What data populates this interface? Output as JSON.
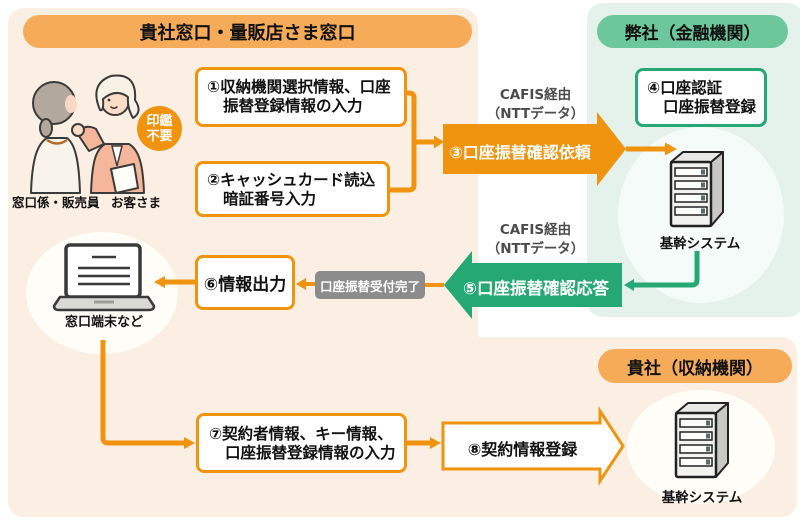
{
  "headers": {
    "counter": "貴社窓口・量販店さま窓口",
    "bank": "弊社（金融機関）",
    "agency": "貴社（収納機関）"
  },
  "actors": {
    "clerk": "窓口係・販売員",
    "customer": "お客さま",
    "stamp": [
      "印鑑",
      "不要"
    ]
  },
  "steps": {
    "s1a": "①収納機関選択情報、口座",
    "s1b": "振替登録情報の入力",
    "s2a": "②キャッシュカード読込",
    "s2b": "暗証番号入力",
    "s3": "③口座振替確認依頼",
    "s4a": "④口座認証",
    "s4b": "口座振替登録",
    "s5": "⑤口座振替確認応答",
    "s6": "⑥情報出力",
    "s7a": "⑦契約者情報、キー情報、",
    "s7b": "口座振替登録情報の入力",
    "s8": "⑧契約情報登録"
  },
  "network": {
    "via1a": "CAFIS経由",
    "via1b": "（NTTデータ）",
    "via2a": "CAFIS経由",
    "via2b": "（NTTデータ）"
  },
  "devices": {
    "terminal": "窓口端末など",
    "core_top": "基幹システム",
    "core_bottom": "基幹システム"
  },
  "status": {
    "receipt": "口座振替受付完了"
  },
  "colors": {
    "accent_orange": "#f0930e",
    "pill_orange": "#f6ab58",
    "panel_peach": "#fbeee2",
    "panel_green": "#e5f2ec",
    "pill_green": "#6cc79d",
    "accent_green": "#26a874",
    "badge_gray": "#8c8c8c"
  }
}
